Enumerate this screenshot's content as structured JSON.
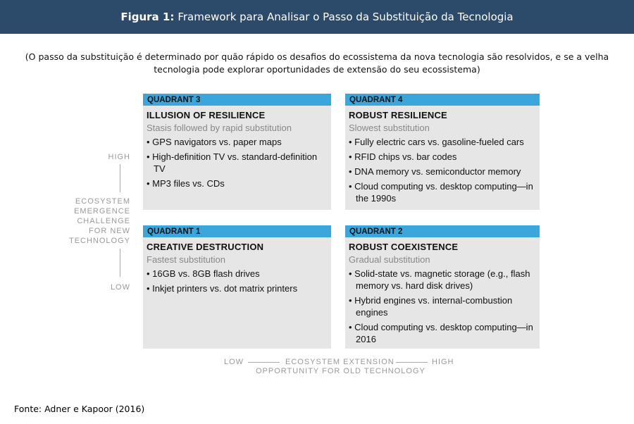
{
  "header": {
    "label": "Figura 1:",
    "title": "Framework para Analisar o Passo da Substituição da Tecnologia"
  },
  "subtitle": "(O passo da substituição é determinado por quão rápido os desafios do ecossistema da nova tecnologia são resolvidos, e se a velha tecnologia pode explorar oportunidades de extensão do seu ecossistema)",
  "quadrants": [
    {
      "tag": "QUADRANT 3",
      "name": "ILLUSION OF RESILIENCE",
      "desc": "Stasis followed by rapid substitution",
      "items": [
        "GPS navigators vs. paper maps",
        "High-definition TV vs. standard-definition TV",
        "MP3 files vs. CDs"
      ]
    },
    {
      "tag": "QUADRANT 4",
      "name": "ROBUST RESILIENCE",
      "desc": "Slowest substitution",
      "items": [
        "Fully electric cars vs. gasoline-fueled cars",
        "RFID chips vs. bar codes",
        "DNA memory vs. semiconductor memory",
        "Cloud computing vs. desktop computing—in the 1990s"
      ]
    },
    {
      "tag": "QUADRANT 1",
      "name": "CREATIVE DESTRUCTION",
      "desc": "Fastest substitution",
      "items": [
        "16GB vs. 8GB flash drives",
        "Inkjet printers vs. dot matrix printers"
      ]
    },
    {
      "tag": "QUADRANT 2",
      "name": "ROBUST COEXISTENCE",
      "desc": "Gradual substitution",
      "items": [
        "Solid-state vs. magnetic storage (e.g., flash memory vs. hard disk drives)",
        "Hybrid engines vs. internal-combustion engines",
        "Cloud computing vs. desktop computing—in 2016"
      ]
    }
  ],
  "y_axis": {
    "high": "HIGH",
    "low": "LOW",
    "label": "ECOSYSTEM EMERGENCE CHALLENGE FOR NEW TECHNOLOGY"
  },
  "x_axis": {
    "low": "LOW",
    "high": "HIGH",
    "label1": "ECOSYSTEM EXTENSION",
    "label2": "OPPORTUNITY FOR OLD TECHNOLOGY"
  },
  "source": "Fonte: Adner e Kapoor (2016)"
}
